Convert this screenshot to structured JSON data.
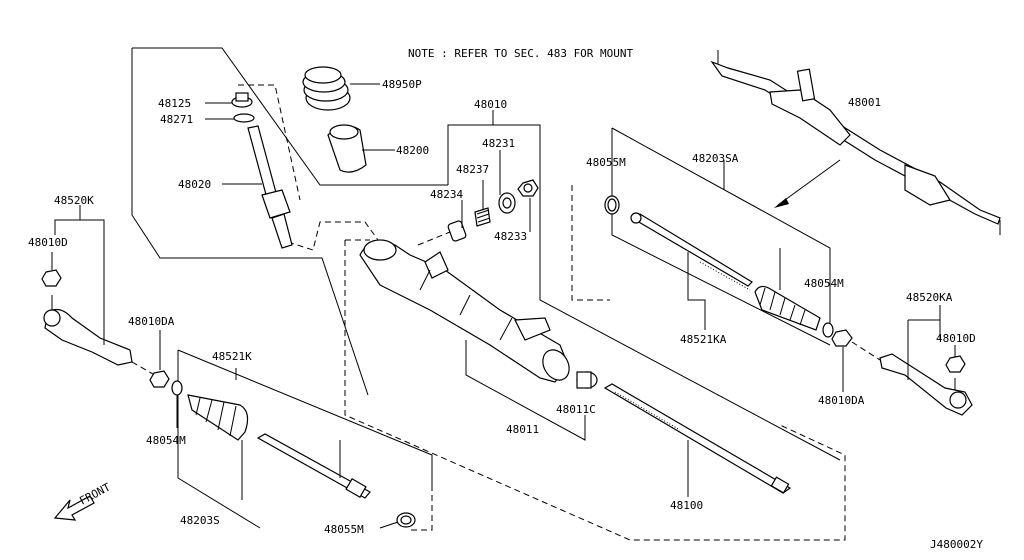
{
  "note": "NOTE : REFER TO SEC. 483 FOR MOUNT",
  "diagram_id": "J480002Y",
  "front_label": "FRONT",
  "parts": {
    "p48001": "48001",
    "p48950P": "48950P",
    "p48125": "48125",
    "p48271": "48271",
    "p48200": "48200",
    "p48020": "48020",
    "p48010": "48010",
    "p48231": "48231",
    "p48237": "48237",
    "p48234": "48234",
    "p48233": "48233",
    "p48055M_top": "48055M",
    "p48203SA": "48203SA",
    "p48520K": "48520K",
    "p48010D_left": "48010D",
    "p48010DA_left": "48010DA",
    "p48054M_left": "48054M",
    "p48521K": "48521K",
    "p48203S": "48203S",
    "p48055M_bottom": "48055M",
    "p48521KA": "48521KA",
    "p48054M_right": "48054M",
    "p48010DA_right": "48010DA",
    "p48520KA": "48520KA",
    "p48010D_right": "48010D",
    "p48011": "48011",
    "p48011C": "48011C",
    "p48100": "48100"
  }
}
